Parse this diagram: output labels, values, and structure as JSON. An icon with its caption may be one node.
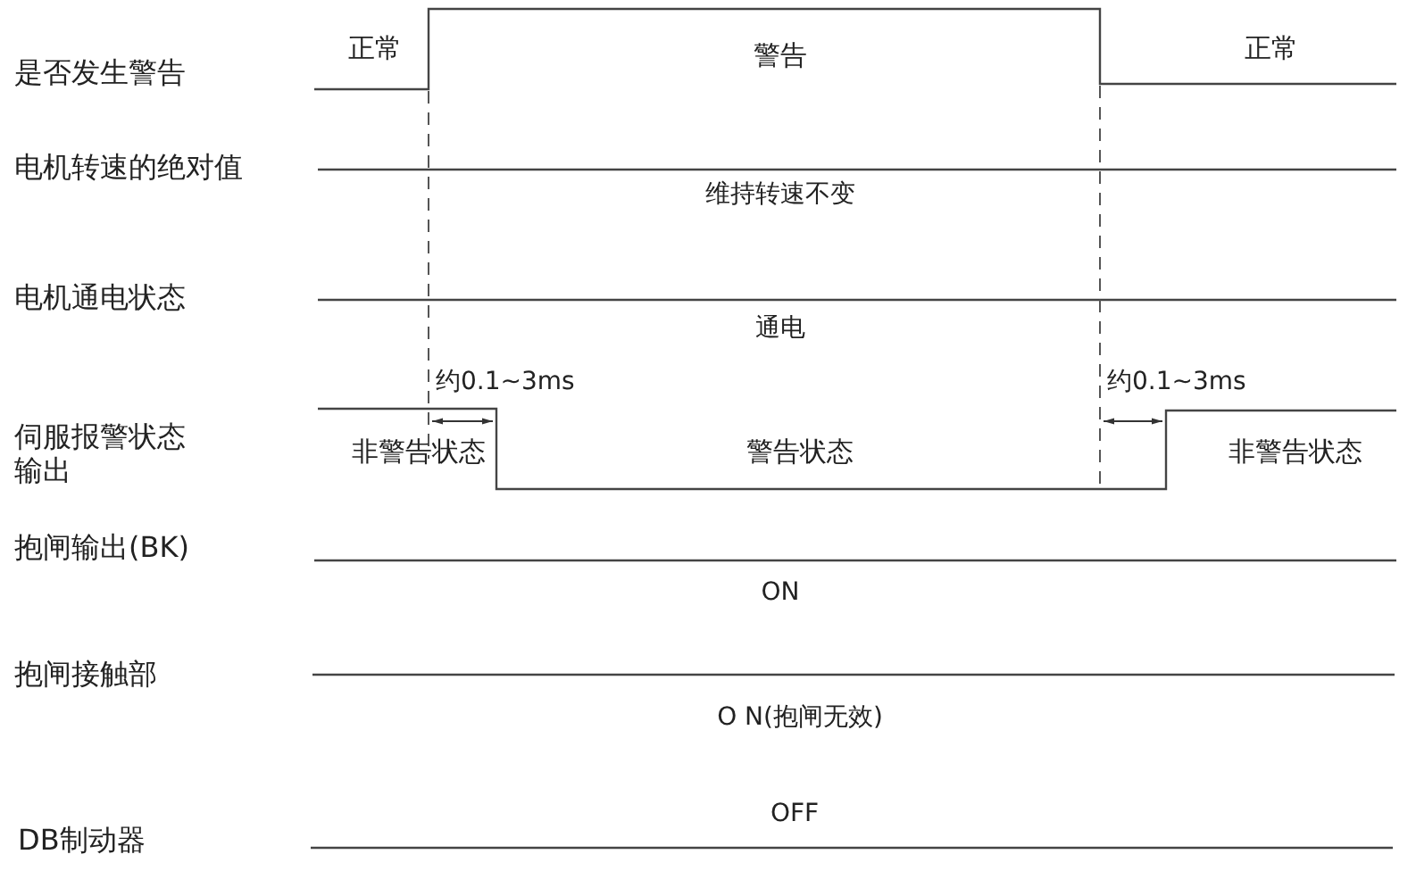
{
  "diagram": {
    "labels": [
      "正常",
      "警告",
      "正常",
      "是否发生警告",
      "电机转速的绝对值",
      "维持转速不变",
      "电机通电状态",
      "通电",
      "约0.1~3ms",
      "约0.1~3ms",
      "伺服报警状态输出",
      "非警告状态",
      "警告状态",
      "非警告状态",
      "抱闸输出(BK)",
      "ON",
      "抱闸接触部",
      "O N(抱闸无效)",
      "OFF",
      "DB制动器"
    ]
  }
}
